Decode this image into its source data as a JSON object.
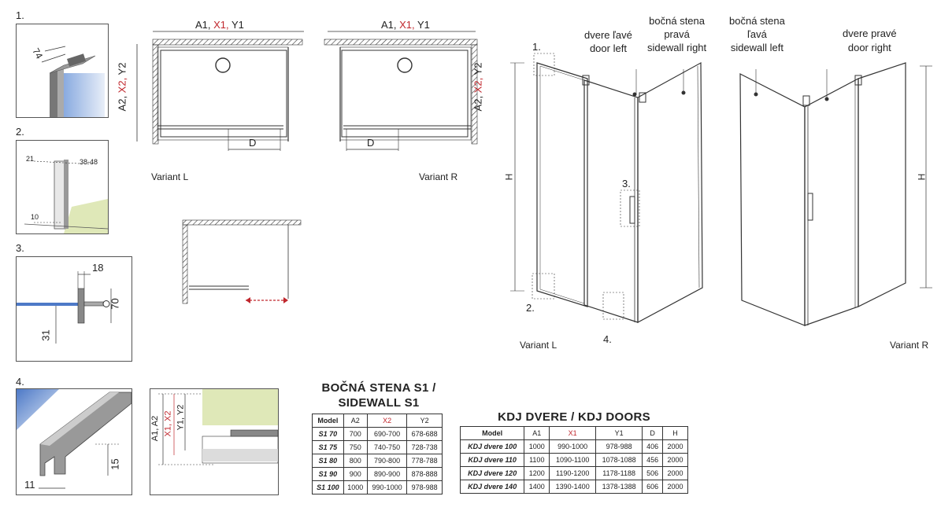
{
  "detail_numbers": [
    "1.",
    "2.",
    "3.",
    "4."
  ],
  "detail1": {
    "dim": "74"
  },
  "detail2": {
    "dim_top_left": "21",
    "dim_top_right": "38-48",
    "dim_bottom": "10"
  },
  "detail3": {
    "dim_top": "18",
    "dim_right": "70",
    "dim_bottom": "31"
  },
  "detail4": {
    "dim_right": "15",
    "dim_bottom": "11"
  },
  "plan": {
    "dim_top_a": "A1, ",
    "dim_top_x": "X1, ",
    "dim_top_y": "Y1",
    "dim_side_a": "A2, ",
    "dim_side_x": "X2, ",
    "dim_side_y": "Y2",
    "d_label": "D",
    "variant_l": "Variant L",
    "variant_r": "Variant R"
  },
  "sidewall_detail": {
    "a": "A1, A2",
    "x": "X1, X2",
    "y": "Y1, Y2"
  },
  "view3d": {
    "left": {
      "door_label_1": "dvere ľavé",
      "door_label_2": "door left",
      "sidewall_label_1": "bočná stena",
      "sidewall_label_2": "pravá",
      "sidewall_label_3": "sidewall right",
      "n1": "1.",
      "n2": "2.",
      "n3": "3.",
      "n4": "4.",
      "h": "H",
      "variant": "Variant L"
    },
    "right": {
      "sidewall_label_1": "bočná stena",
      "sidewall_label_2": "ľavá",
      "sidewall_label_3": "sidewall left",
      "door_label_1": "dvere pravé",
      "door_label_2": "door right",
      "h": "H",
      "variant": "Variant R"
    }
  },
  "table_s1": {
    "title_1": "BOČNÁ STENA S1 /",
    "title_2": "SIDEWALL S1",
    "headers": [
      "Model",
      "A2",
      "X2",
      "Y2"
    ],
    "rows": [
      [
        "S1 70",
        "700",
        "690-700",
        "678-688"
      ],
      [
        "S1 75",
        "750",
        "740-750",
        "728-738"
      ],
      [
        "S1 80",
        "800",
        "790-800",
        "778-788"
      ],
      [
        "S1 90",
        "900",
        "890-900",
        "878-888"
      ],
      [
        "S1 100",
        "1000",
        "990-1000",
        "978-988"
      ]
    ]
  },
  "table_kdj": {
    "title": "KDJ DVERE / KDJ DOORS",
    "headers": [
      "Model",
      "A1",
      "X1",
      "Y1",
      "D",
      "H"
    ],
    "rows": [
      [
        "KDJ dvere 100",
        "1000",
        "990-1000",
        "978-988",
        "406",
        "2000"
      ],
      [
        "KDJ dvere 110",
        "1100",
        "1090-1100",
        "1078-1088",
        "456",
        "2000"
      ],
      [
        "KDJ dvere 120",
        "1200",
        "1190-1200",
        "1178-1188",
        "506",
        "2000"
      ],
      [
        "KDJ dvere 140",
        "1400",
        "1390-1400",
        "1378-1388",
        "606",
        "2000"
      ]
    ]
  },
  "colors": {
    "accent_red": "#c0272d",
    "glass_blue": "#4d79c7",
    "wall_green": "#dfe8b8"
  }
}
